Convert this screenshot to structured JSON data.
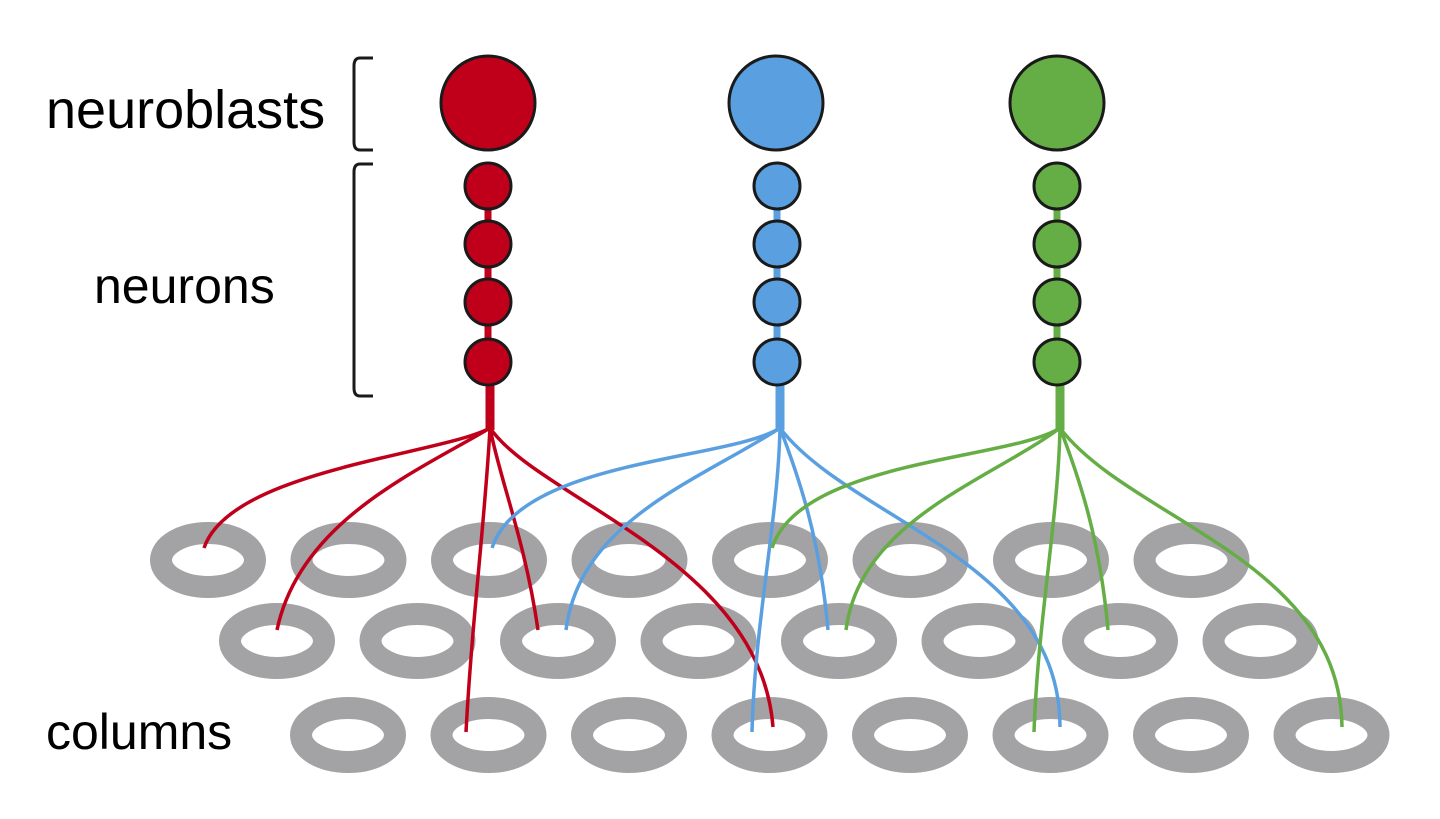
{
  "labels": {
    "neuroblasts": "neuroblasts",
    "neurons": "neurons",
    "columns": "columns"
  },
  "colors": {
    "red": "#c0001a",
    "blue": "#5aa0e0",
    "green": "#65ad45",
    "column_ring": "#a3a3a5",
    "outline": "#1a1a1a"
  },
  "lineages": [
    {
      "id": "red",
      "neuron_count": 4
    },
    {
      "id": "blue",
      "neuron_count": 4
    },
    {
      "id": "green",
      "neuron_count": 4
    }
  ],
  "column_rows": [
    {
      "row": 1,
      "count": 8
    },
    {
      "row": 2,
      "count": 8
    },
    {
      "row": 3,
      "count": 8
    }
  ]
}
